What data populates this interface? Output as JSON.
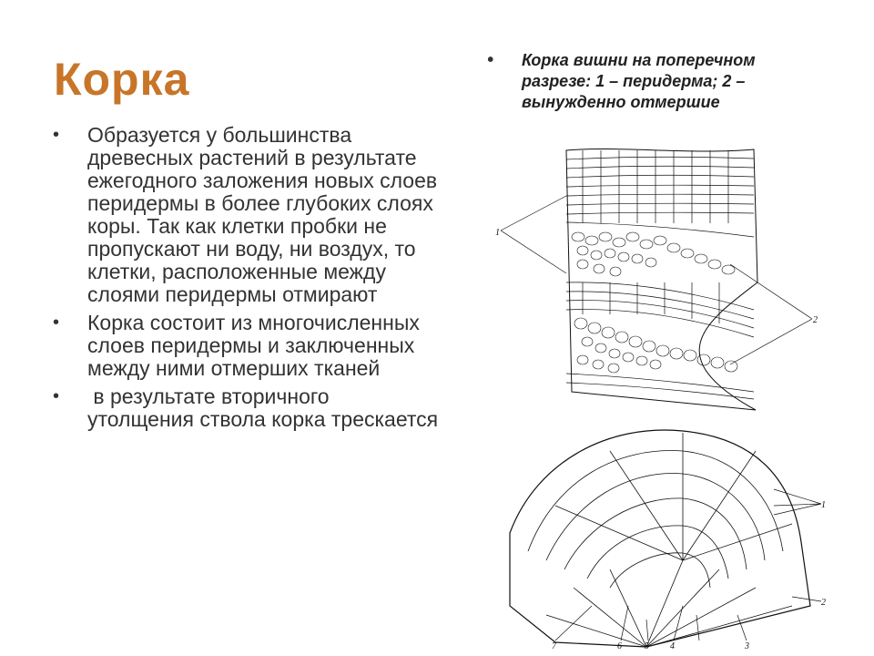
{
  "slide": {
    "title": "Корка",
    "bullets": [
      "Образуется у большинства древесных растений в результате ежегодного заложения новых слоев перидермы в более глубоких слоях коры. Так как клетки пробки не пропускают ни воду, ни воздух, то клетки, расположенные между слоями перидермы отмирают",
      "Корка состоит из многочисленных слоев перидермы и заключенных между ними отмерших тканей",
      " в результате вторичного утолщения ствола корка трескается"
    ],
    "caption": "Корка вишни на поперечном разрезе: 1 – перидерма; 2 – вынужденно отмершие",
    "figure_top_labels": [
      "1",
      "2"
    ],
    "figure_bottom_labels": [
      "1",
      "2",
      "7",
      "6",
      "5",
      "4",
      "3"
    ],
    "colors": {
      "title": "#c87529",
      "text": "#333333"
    },
    "bullet_glyph": "•"
  }
}
